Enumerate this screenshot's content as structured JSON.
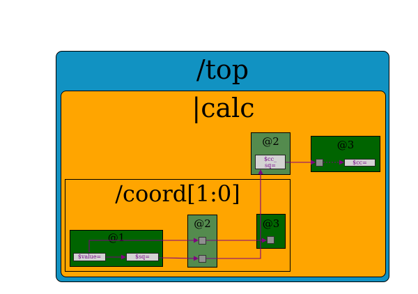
{
  "diagram": {
    "top_label": "/top",
    "calc_label": "|calc",
    "coord_label": "/coord[1:0]",
    "stages": {
      "s1": "@1",
      "s2_inner": "@2",
      "s3_inner": "@3",
      "s2_outer": "@2",
      "s3_outer": "@3"
    },
    "nodes": {
      "value": "$value=",
      "sq": "$sq=",
      "cc_sq_line1": "$cc_",
      "cc_sq_line2": "sq=",
      "cc": "$cc="
    },
    "colors": {
      "top": "#1192c2",
      "calc": "#ffa500",
      "stage_dark": "#006400",
      "stage_mid": "#548b4e",
      "wire": "#800080"
    }
  }
}
